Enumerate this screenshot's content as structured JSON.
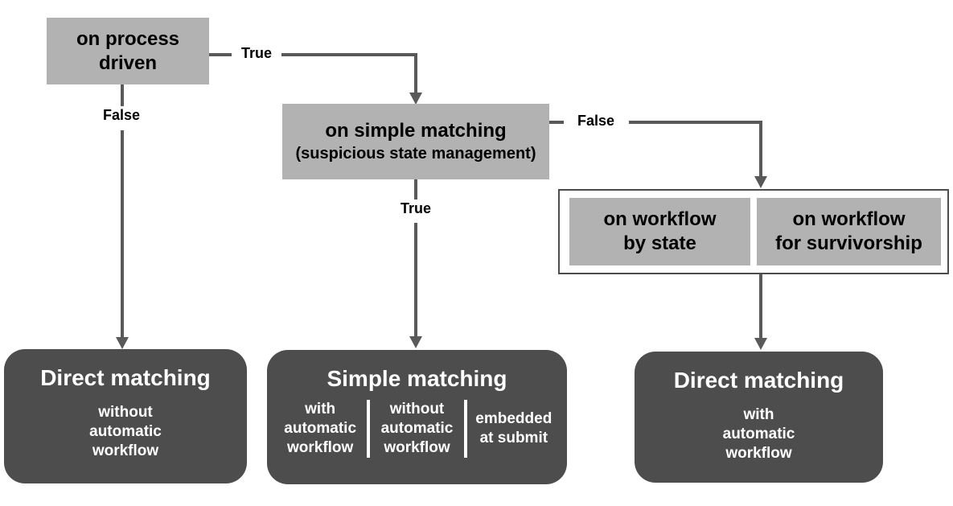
{
  "colors": {
    "background": "#ffffff",
    "decision_fill": "#b2b2b2",
    "decision_text": "#000000",
    "result_fill": "#4d4d4d",
    "result_text": "#ffffff",
    "arrow": "#595959",
    "group_border": "#4d4d4d"
  },
  "edge_labels": {
    "true": "True",
    "false": "False"
  },
  "decisions": {
    "process_driven": "on process\ndriven",
    "simple_matching": {
      "line1": "on simple matching",
      "line2": "(suspicious state management)"
    },
    "workflow_by_state": "on workflow\nby state",
    "workflow_for_survivorship": "on workflow\nfor survivorship"
  },
  "results": {
    "direct_without": {
      "title": "Direct matching",
      "subtitle": "without\nautomatic\nworkflow"
    },
    "simple": {
      "title": "Simple matching",
      "options": [
        "with\nautomatic\nworkflow",
        "without\nautomatic\nworkflow",
        "embedded\nat submit"
      ]
    },
    "direct_with": {
      "title": "Direct matching",
      "subtitle": "with\nautomatic\nworkflow"
    }
  }
}
